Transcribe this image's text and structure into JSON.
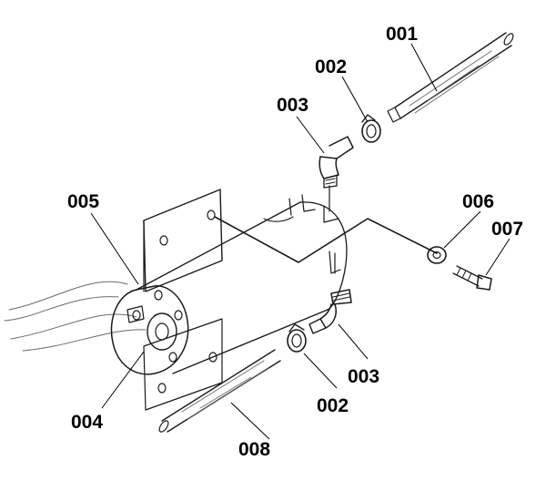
{
  "labels": {
    "p001": "001",
    "p002_top": "002",
    "p003_top": "003",
    "p005": "005",
    "p006": "006",
    "p007": "007",
    "p004": "004",
    "p003_bottom": "003",
    "p002_bottom": "002",
    "p008": "008"
  },
  "colors": {
    "ink": "#1a1a1a",
    "background": "#ffffff"
  }
}
